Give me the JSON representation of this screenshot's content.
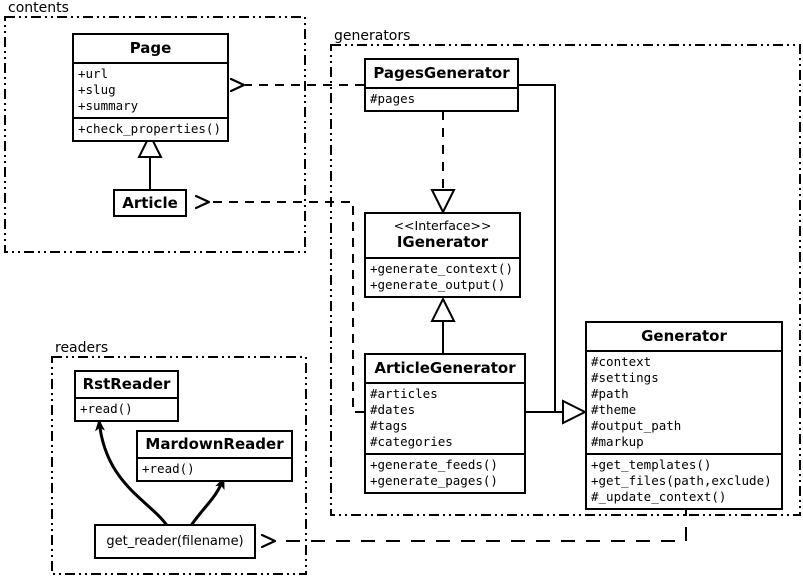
{
  "diagram": {
    "title": "Pelican architecture UML class diagram",
    "background": "#ffffff",
    "stroke": "#000000"
  },
  "packages": [
    {
      "id": "contents",
      "label": "contents"
    },
    {
      "id": "generators",
      "label": "generators"
    },
    {
      "id": "readers",
      "label": "readers"
    }
  ],
  "classes": {
    "page": {
      "name": "Page",
      "attributes": [
        "+url",
        "+slug",
        "+summary"
      ],
      "methods": [
        "+check_properties()"
      ]
    },
    "article": {
      "name": "Article",
      "attributes": [],
      "methods": []
    },
    "pages_generator": {
      "name": "PagesGenerator",
      "attributes": [
        "#pages"
      ],
      "methods": []
    },
    "igenerator": {
      "stereotype": "<<Interface>>",
      "name": "IGenerator",
      "attributes": [],
      "methods": [
        "+generate_context()",
        "+generate_output()"
      ]
    },
    "article_generator": {
      "name": "ArticleGenerator",
      "attributes": [
        "#articles",
        "#dates",
        "#tags",
        "#categories"
      ],
      "methods": [
        "+generate_feeds()",
        "+generate_pages()"
      ]
    },
    "generator": {
      "name": "Generator",
      "attributes": [
        "#context",
        "#settings",
        "#path",
        "#theme",
        "#output_path",
        "#markup"
      ],
      "methods": [
        "+get_templates()",
        "+get_files(path,exclude)",
        "#_update_context()"
      ]
    },
    "rst_reader": {
      "name": "RstReader",
      "attributes": [],
      "methods": [
        "+read()"
      ]
    },
    "mardown_reader": {
      "name": "MardownReader",
      "attributes": [],
      "methods": [
        "+read()"
      ]
    },
    "get_reader": {
      "name": "get_reader(filename)"
    }
  },
  "relationships": [
    {
      "id": "pagesgen-page",
      "type": "dependency",
      "from": "PagesGenerator",
      "to": "Page"
    },
    {
      "id": "articlegen-article",
      "type": "dependency",
      "from": "ArticleGenerator",
      "to": "Article"
    },
    {
      "id": "article-page",
      "type": "inheritance",
      "from": "Article",
      "to": "Page"
    },
    {
      "id": "pagesgen-igenerator",
      "type": "realization",
      "from": "PagesGenerator",
      "to": "IGenerator"
    },
    {
      "id": "articlegen-igenerator",
      "type": "inheritance",
      "from": "ArticleGenerator",
      "to": "IGenerator"
    },
    {
      "id": "pagesgen-generator",
      "type": "inheritance",
      "from": "PagesGenerator",
      "to": "Generator"
    },
    {
      "id": "articlegen-generator",
      "type": "inheritance",
      "from": "ArticleGenerator",
      "to": "Generator"
    },
    {
      "id": "generator-getreader",
      "type": "dependency",
      "from": "Generator",
      "to": "get_reader(filename)"
    },
    {
      "id": "getreader-rstreader",
      "type": "usage",
      "from": "get_reader(filename)",
      "to": "RstReader"
    },
    {
      "id": "getreader-mdreader",
      "type": "usage",
      "from": "get_reader(filename)",
      "to": "MardownReader"
    }
  ]
}
